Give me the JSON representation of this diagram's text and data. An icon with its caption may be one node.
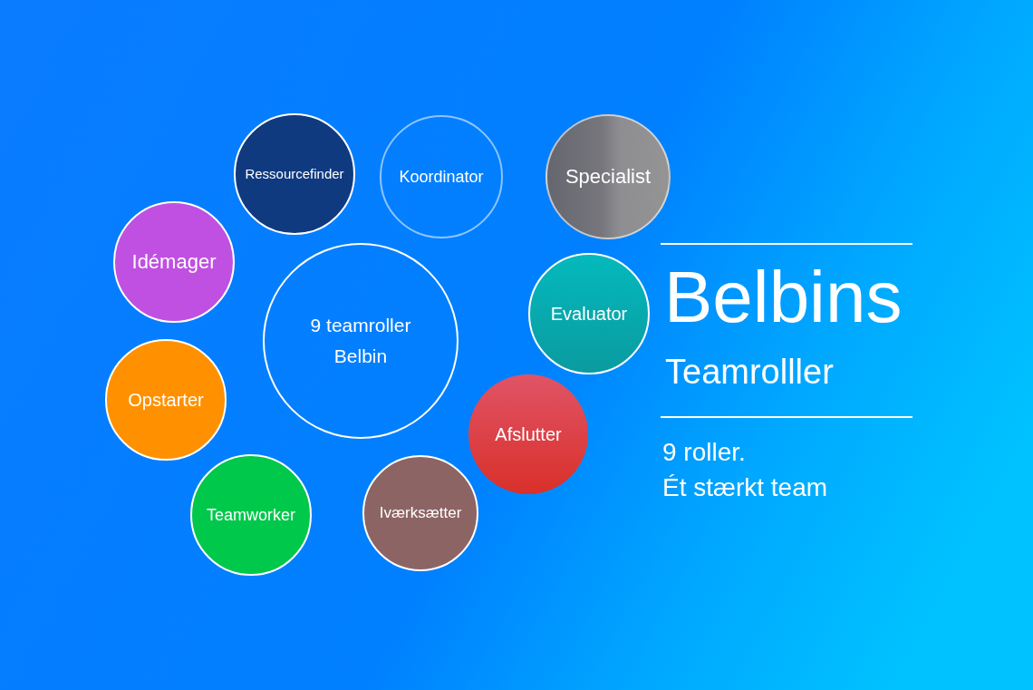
{
  "diagram": {
    "title": "Belbins",
    "nodes": [
      {
        "text": [
          "Ressourcefinder"
        ]
      },
      {
        "text": [
          "Koordinator"
        ]
      },
      {
        "text": [
          "Specialist"
        ]
      },
      {
        "text": [
          "Idémager"
        ]
      },
      {
        "text": [
          "9 teamroller Belbin"
        ]
      },
      {
        "text": [
          "Evaluator"
        ]
      },
      {
        "text": [
          "Opstarter"
        ]
      },
      {
        "text": [
          "Afslutter"
        ]
      },
      {
        "text": [
          "Teamworker"
        ]
      },
      {
        "text": [
          "Iværksætter"
        ]
      }
    ],
    "edges": [],
    "labels": [
      "Teamrolller",
      "9 roller.",
      "Ét stærkt team"
    ]
  }
}
